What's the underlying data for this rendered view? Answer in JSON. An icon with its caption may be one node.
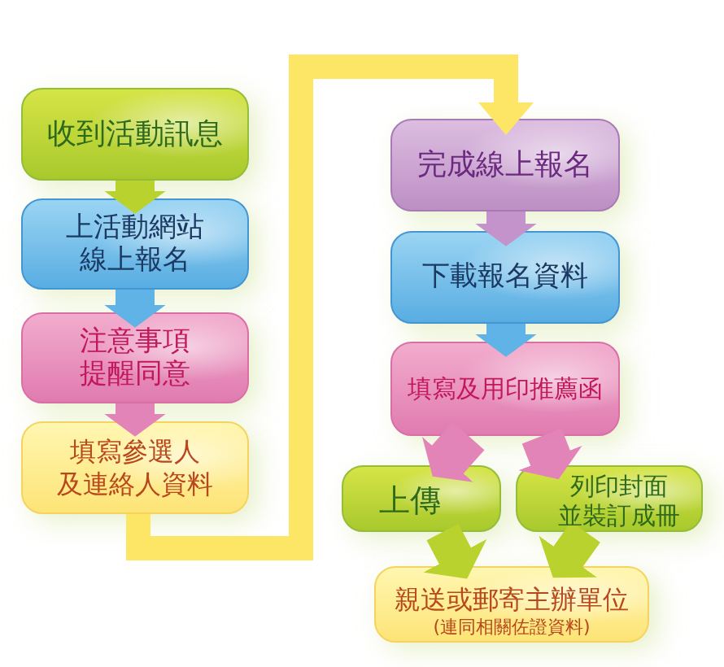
{
  "diagram": {
    "nodes": [
      {
        "text": [
          "收到活動訊息"
        ]
      },
      {
        "text": [
          "上活動網站線上報名"
        ]
      },
      {
        "text": [
          "注意事項提醒同意"
        ]
      },
      {
        "text": [
          "填寫參選人及連絡人資料"
        ]
      },
      {
        "text": [
          "完成線上報名"
        ]
      },
      {
        "text": [
          "下載報名資料"
        ]
      },
      {
        "text": [
          "填寫及用印推薦函"
        ]
      },
      {
        "text": [
          "上傳"
        ]
      },
      {
        "text": [
          "列印封面並裝訂成冊"
        ]
      },
      {
        "text": [
          "親送或郵寄主辦單位",
          "(連同相關佐證資料)"
        ]
      }
    ],
    "edges": [
      {
        "from": 0,
        "to": 1,
        "arrow": "to",
        "color": "#b9d22e"
      },
      {
        "from": 1,
        "to": 2,
        "arrow": "to",
        "color": "#5fb3e6"
      },
      {
        "from": 2,
        "to": 3,
        "arrow": "to",
        "color": "#e384b8"
      },
      {
        "from": 3,
        "to": 4,
        "arrow": "to",
        "color": "#fde566"
      },
      {
        "from": 4,
        "to": 5,
        "arrow": "to",
        "color": "#c593cb"
      },
      {
        "from": 5,
        "to": 6,
        "arrow": "to",
        "color": "#5fb3e6"
      },
      {
        "from": 6,
        "to": 7,
        "arrow": "to",
        "color": "#e384b8"
      },
      {
        "from": 6,
        "to": 8,
        "arrow": "to",
        "color": "#e384b8"
      },
      {
        "from": 7,
        "to": 9,
        "arrow": "to",
        "color": "#b9d22e"
      },
      {
        "from": 8,
        "to": 9,
        "arrow": "to",
        "color": "#b9d22e"
      }
    ]
  }
}
